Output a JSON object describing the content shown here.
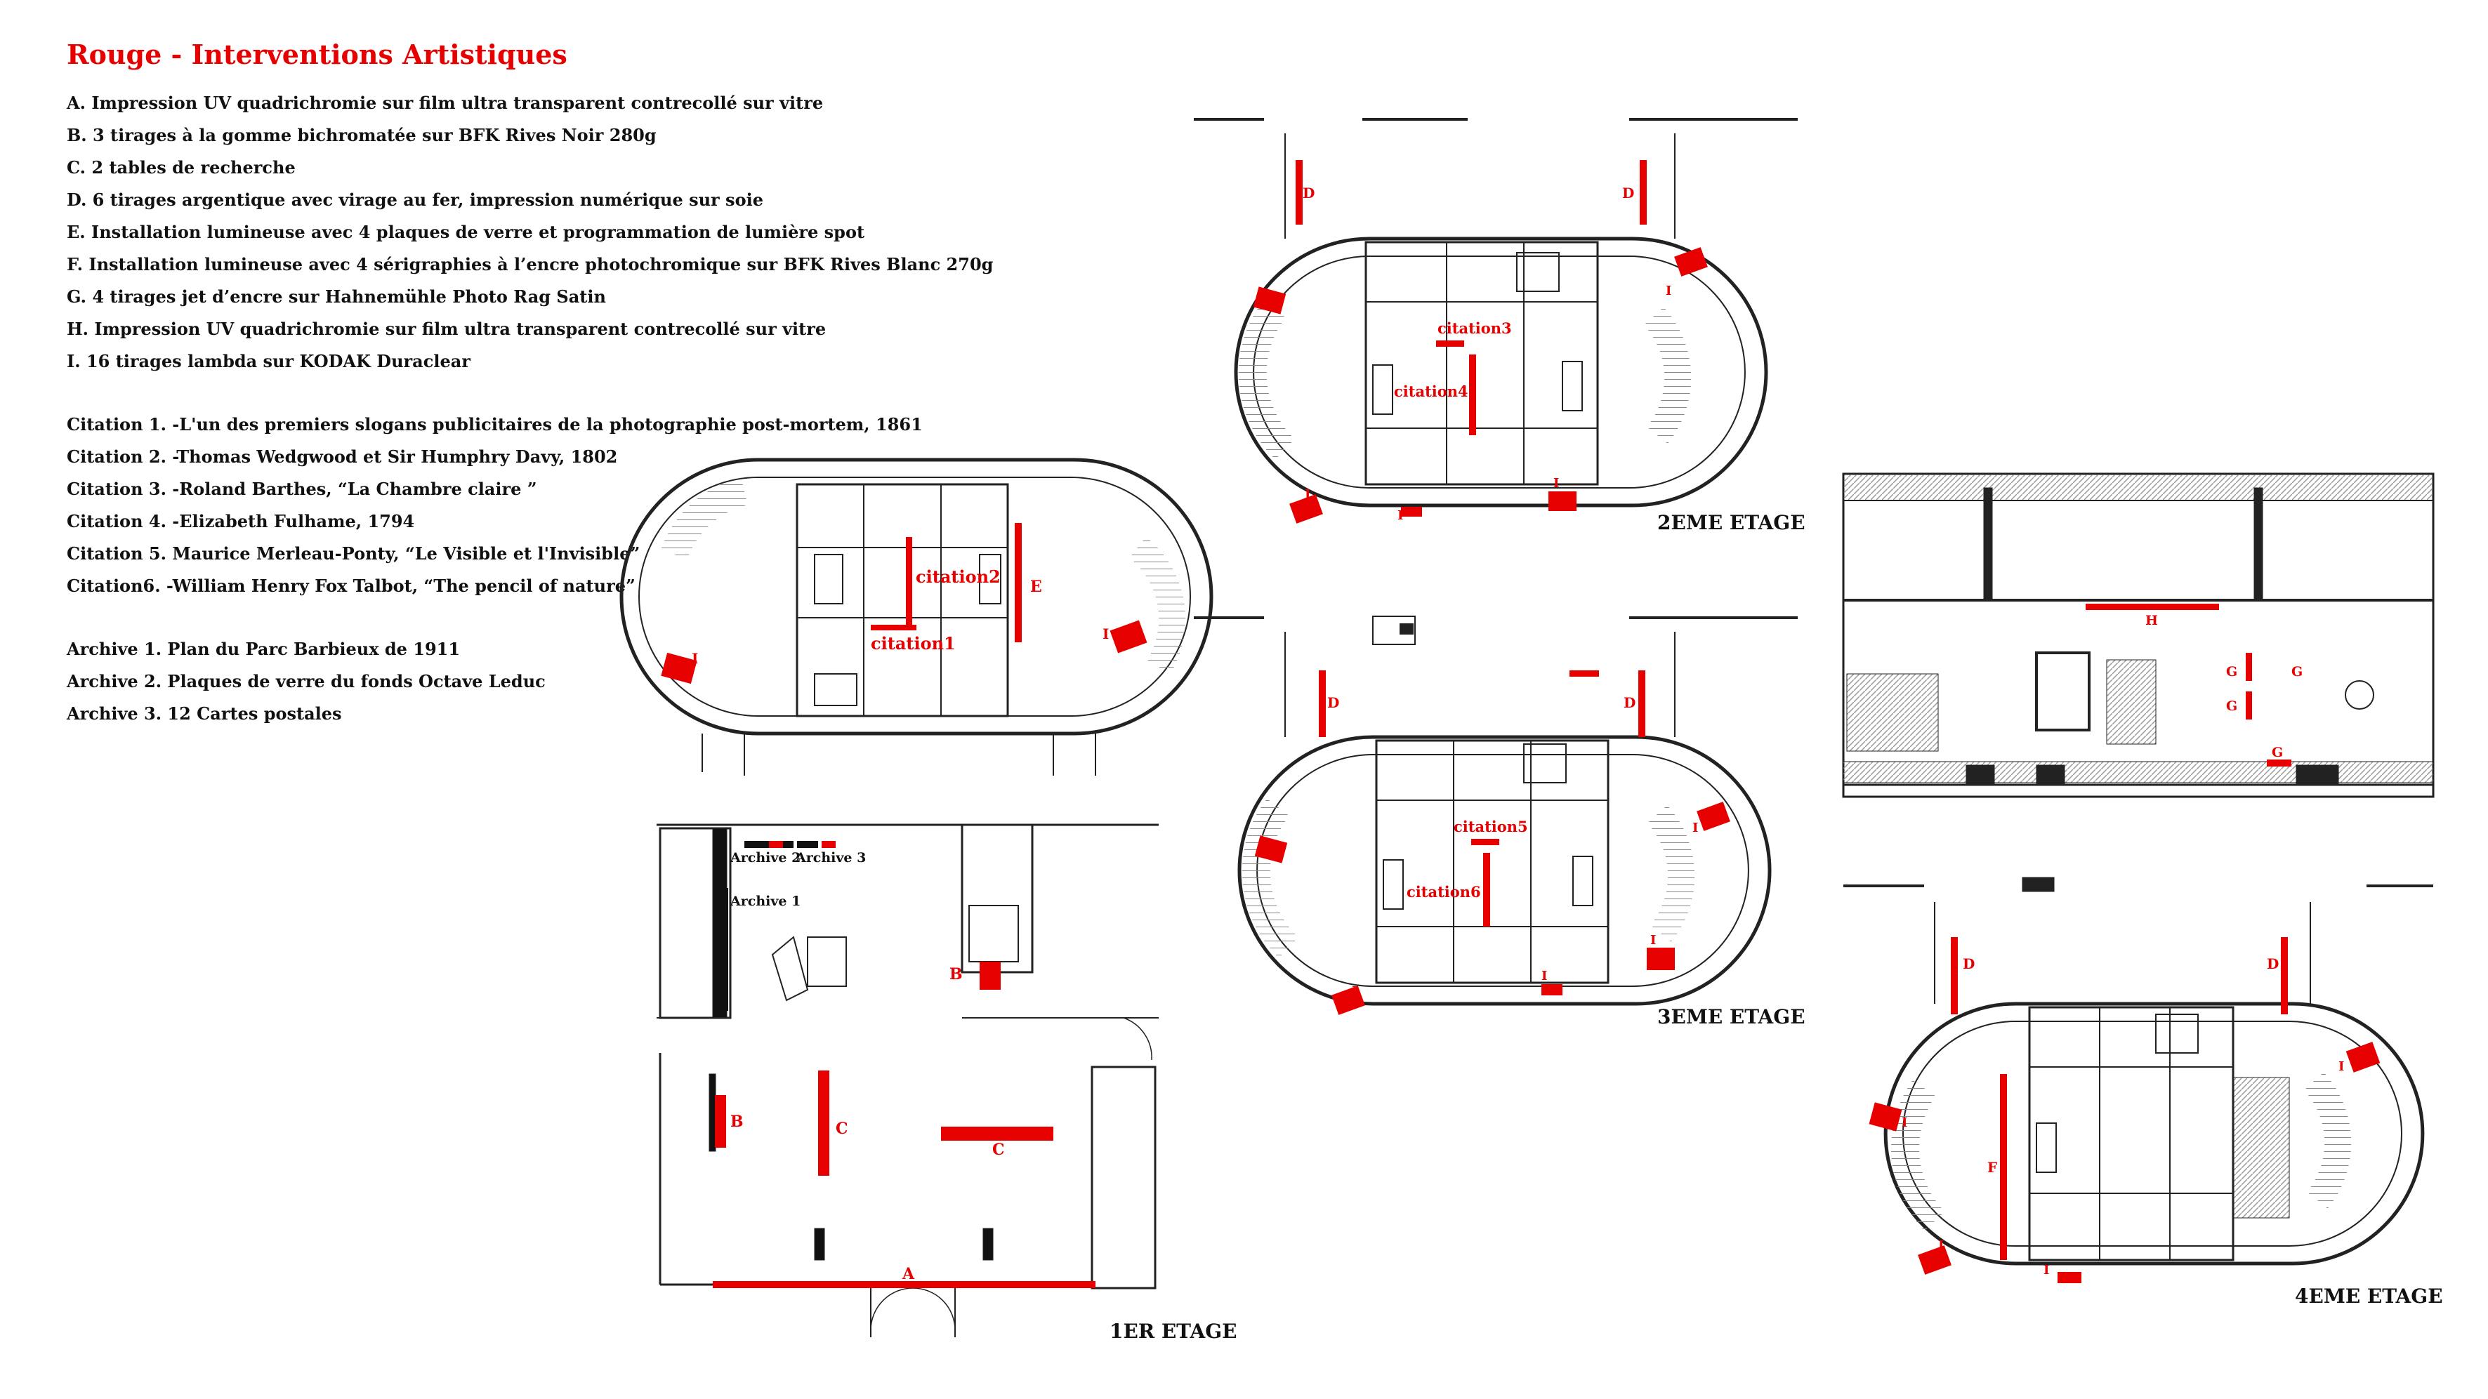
{
  "title": "Rouge - Interventions Artistiques",
  "works": [
    "A. Impression UV quadrichromie sur film ultra transparent contrecollé sur vitre",
    "B. 3 tirages à la gomme bichromatée sur BFK Rives Noir 280g",
    "C. 2 tables de recherche",
    "D. 6 tirages argentique avec virage au fer, impression numérique sur soie",
    "E. Installation lumineuse avec 4 plaques de verre et programmation de lumière spot",
    "F. Installation lumineuse avec 4 sérigraphies à l’encre photochromique sur BFK Rives Blanc 270g",
    "G. 4 tirages jet d’encre sur Hahnemühle Photo Rag Satin",
    "H. Impression UV quadrichromie sur film ultra transparent contrecollé sur vitre",
    "I. 16 tirages lambda sur KODAK Duraclear"
  ],
  "citations": [
    "Citation 1. -L'un des premiers slogans publicitaires de la photographie post-mortem, 1861",
    "Citation 2. -Thomas Wedgwood et Sir Humphry Davy, 1802",
    "Citation 3. -Roland Barthes, “La Chambre claire ”",
    "Citation 4. -Elizabeth Fulhame, 1794",
    "Citation 5. Maurice Merleau-Ponty, “Le Visible et l'Invisible”",
    "Citation6. -William Henry Fox Talbot, “The pencil of nature”"
  ],
  "archives": [
    "Archive 1. Plan du Parc Barbieux de 1911",
    "Archive 2. Plaques de verre du fonds Octave Leduc",
    "Archive 3. 12 Cartes postales"
  ],
  "floors": {
    "first": "1ER ETAGE",
    "second": "2EME ETAGE",
    "third": "3EME ETAGE",
    "fourth": "4EME ETAGE"
  },
  "plan_labels": {
    "citation1": "citation1",
    "citation2": "citation2",
    "citation3": "citation3",
    "citation4": "citation4",
    "citation5": "citation5",
    "citation6": "citation6",
    "archive1": "Archive 1",
    "archive2": "Archive 2",
    "archive3": "Archive 3",
    "A": "A",
    "B": "B",
    "C": "C",
    "D": "D",
    "E": "E",
    "F": "F",
    "G": "G",
    "H": "H",
    "I": "I"
  },
  "colors": {
    "accent": "#e60000",
    "line": "#222222"
  }
}
